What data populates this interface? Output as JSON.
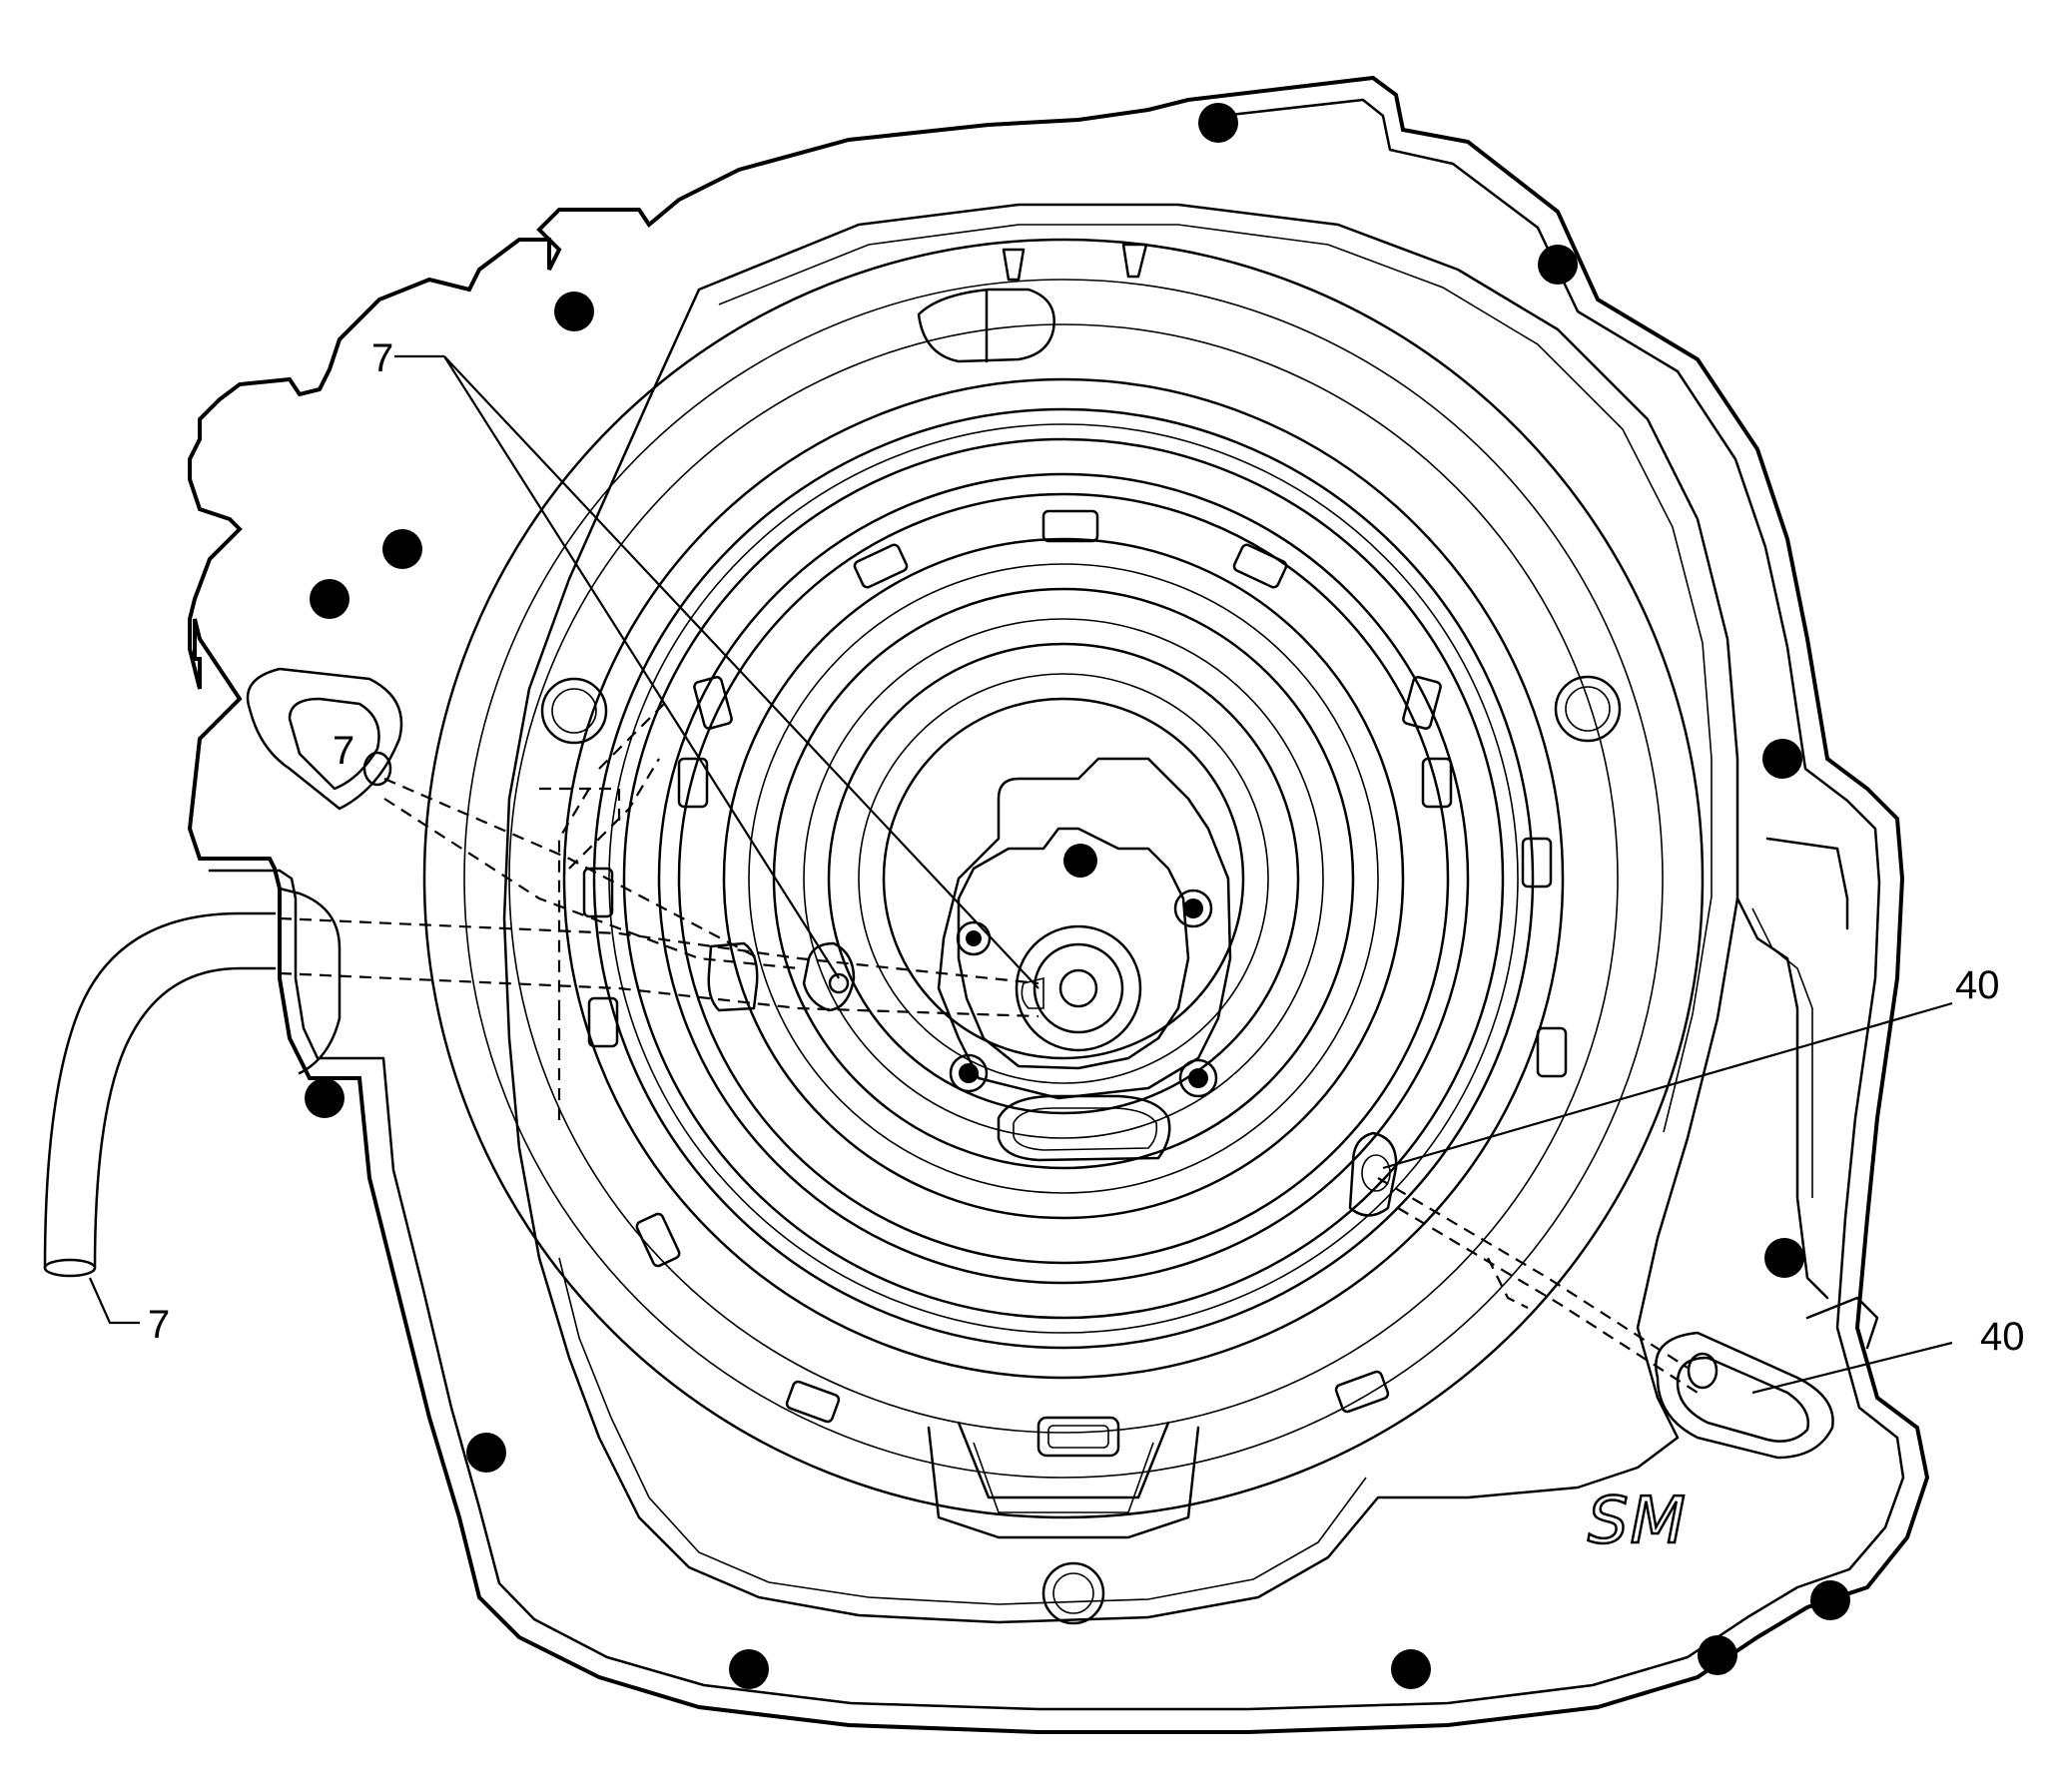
{
  "callouts": [
    {
      "id": "callout-7-top",
      "label": "7"
    },
    {
      "id": "callout-7-port",
      "label": "7"
    },
    {
      "id": "callout-7-pipe",
      "label": "7"
    },
    {
      "id": "callout-40-upper",
      "label": "40"
    },
    {
      "id": "callout-40-lower",
      "label": "40"
    }
  ],
  "logo": {
    "text": "SM"
  }
}
